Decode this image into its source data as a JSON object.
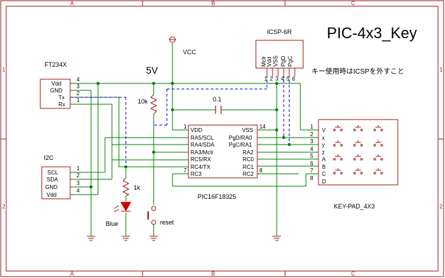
{
  "title": "PIC-4x3_Key",
  "note": "キー使用時はICSPを外すこと",
  "colors": {
    "wire": "#008000",
    "dashed_wire": "#0000cc",
    "border": "#a01818",
    "part": "#a01818",
    "led": "#cc0000"
  },
  "border": {
    "columns": [
      "A",
      "B",
      "C"
    ],
    "rows": [
      "1",
      "2"
    ]
  },
  "power_labels": {
    "vcc": "VCC",
    "five_v": "5V"
  },
  "ft234x": {
    "name": "FT234X",
    "pins": [
      {
        "label": "Vdd",
        "num": "4"
      },
      {
        "label": "GND",
        "num": "3"
      },
      {
        "label": "Tx",
        "num": "2"
      },
      {
        "label": "Rx",
        "num": "1"
      }
    ]
  },
  "i2c": {
    "name": "I2C",
    "pins": [
      {
        "label": "SCL",
        "num": "1"
      },
      {
        "label": "SDA",
        "num": "2"
      },
      {
        "label": "GND",
        "num": "3"
      },
      {
        "label": "Vdd",
        "num": "4"
      }
    ]
  },
  "icsp": {
    "name": "ICSP-6R",
    "pins": [
      {
        "label": "Mclr",
        "num": "1"
      },
      {
        "label": "Vdd",
        "num": "2"
      },
      {
        "label": "VSS",
        "num": "3"
      },
      {
        "label": "PgD",
        "num": "4"
      },
      {
        "label": "PgC",
        "num": "5"
      },
      {
        "label": "",
        "num": "6"
      }
    ]
  },
  "mcu": {
    "name": "PIC16F18325",
    "left_pins": [
      {
        "label": "VDD",
        "num": "1"
      },
      {
        "label": "RA5/SCL",
        "num": ""
      },
      {
        "label": "RA4/SDA",
        "num": ""
      },
      {
        "label": "RA3/Mclr",
        "num": ""
      },
      {
        "label": "RC5/RX",
        "num": ""
      },
      {
        "label": "RC4/TX",
        "num": ""
      },
      {
        "label": "RC3",
        "num": "7"
      }
    ],
    "right_pins": [
      {
        "label": "VSS",
        "num": "14"
      },
      {
        "label": "PgD/RA0",
        "num": ""
      },
      {
        "label": "PgC/RA1",
        "num": ""
      },
      {
        "label": "RA2",
        "num": ""
      },
      {
        "label": "RC0",
        "num": ""
      },
      {
        "label": "RC1",
        "num": ""
      },
      {
        "label": "RC2",
        "num": "8"
      }
    ]
  },
  "keypad": {
    "name": "KEY-PAD_4X3",
    "pins": [
      {
        "label": "V",
        "num": "1"
      },
      {
        "label": "x",
        "num": "2"
      },
      {
        "label": "y",
        "num": "3"
      },
      {
        "label": "z",
        "num": "4"
      },
      {
        "label": "A",
        "num": "5"
      },
      {
        "label": "B",
        "num": "6"
      },
      {
        "label": "C",
        "num": "7"
      },
      {
        "label": "D",
        "num": "8"
      }
    ]
  },
  "components": {
    "r_pullup": "10k",
    "r_led": "1k",
    "cap": "0.1",
    "led": "Blue",
    "button": "reset"
  }
}
